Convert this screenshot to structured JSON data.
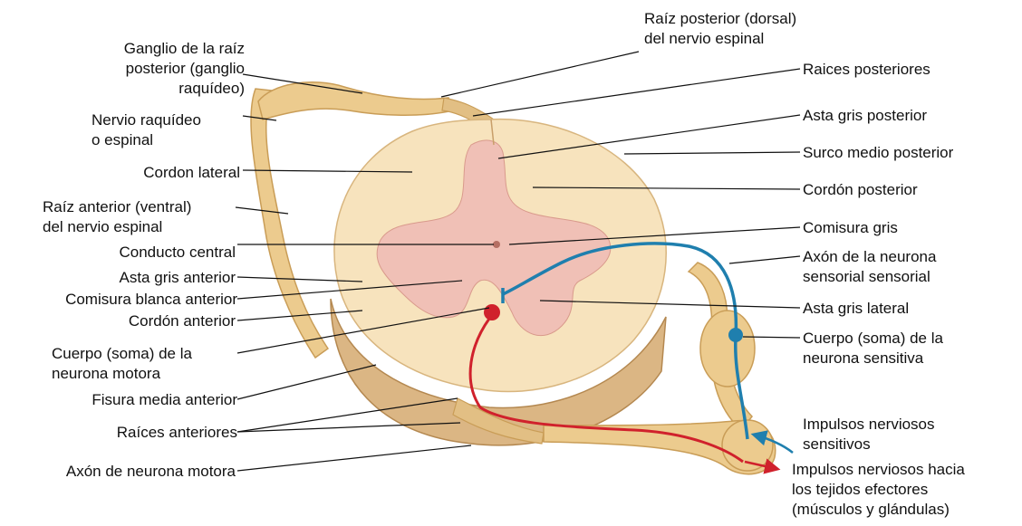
{
  "colors": {
    "white_matter": "#f7e3bd",
    "grey_matter": "#f0c0b6",
    "nerve": "#eccb8e",
    "nerve_dark": "#c99d57",
    "cut_face": "#dbb684",
    "sensory": "#1f7fae",
    "motor": "#d0212c",
    "leader": "#111111"
  },
  "labels": {
    "ganglio": [
      "Ganglio de la raíz",
      "posterior (ganglio",
      "raquídeo)"
    ],
    "nervio_raquideo": [
      "Nervio raquídeo",
      "o espinal"
    ],
    "cordon_lateral": "Cordon lateral",
    "raiz_anterior": [
      "Raíz anterior (ventral)",
      "del nervio espinal"
    ],
    "conducto_central": "Conducto central",
    "asta_gris_anterior": "Asta gris anterior",
    "comisura_blanca": "Comisura blanca anterior",
    "cordon_anterior": "Cordón anterior",
    "cuerpo_motora": [
      "Cuerpo (soma) de la",
      "neurona motora"
    ],
    "fisura_media": "Fisura media anterior",
    "raices_anteriores": "Raíces anteriores",
    "axon_motora": "Axón de neurona motora",
    "raiz_posterior": [
      "Raíz posterior (dorsal)",
      "del nervio espinal"
    ],
    "raices_posteriores": "Raices posteriores",
    "asta_gris_posterior": "Asta gris posterior",
    "surco_medio": "Surco medio posterior",
    "cordon_posterior": "Cordón posterior",
    "comisura_gris": "Comisura gris",
    "axon_sensorial": [
      "Axón de la neurona",
      "sensorial sensorial"
    ],
    "asta_gris_lateral": "Asta gris lateral",
    "cuerpo_sensitiva": [
      "Cuerpo (soma) de la",
      "neurona sensitiva"
    ],
    "impulsos_sensitivos": [
      "Impulsos nerviosos",
      "sensitivos"
    ],
    "impulsos_efectores": [
      "Impulsos nerviosos hacia",
      "los tejidos efectores",
      "(músculos y glándulas)"
    ]
  }
}
